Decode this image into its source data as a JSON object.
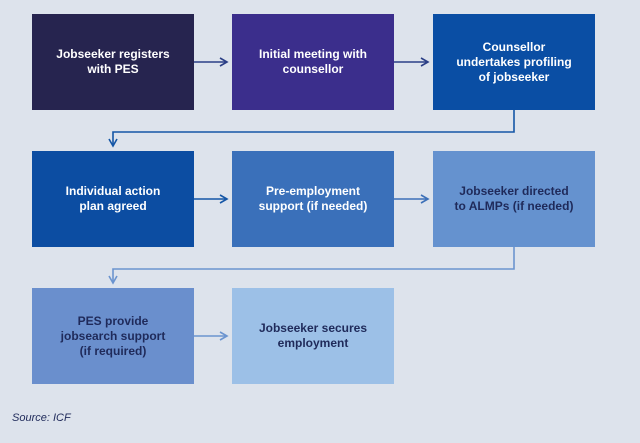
{
  "steps": [
    {
      "label": "Jobseeker registers\nwith PES",
      "fill": "#26244f",
      "text_color": "#ffffff"
    },
    {
      "label": "Initial meeting with\ncounsellor",
      "fill": "#3b2e8c",
      "text_color": "#ffffff"
    },
    {
      "label": "Counsellor\nundertakes profiling\nof jobseeker",
      "fill": "#0a4ea4",
      "text_color": "#ffffff"
    },
    {
      "label": "Individual action\nplan agreed",
      "fill": "#0c4da2",
      "text_color": "#ffffff"
    },
    {
      "label": "Pre-employment\nsupport (if needed)",
      "fill": "#3a70ba",
      "text_color": "#ffffff"
    },
    {
      "label": "Jobseeker directed\nto ALMPs (if needed)",
      "fill": "#6592cf",
      "text_color": "#1f2a5a"
    },
    {
      "label": "PES provide\njobsearch support\n(if required)",
      "fill": "#6a8fcd",
      "text_color": "#1f2a5a"
    },
    {
      "label": "Jobseeker secures\nemployment",
      "fill": "#9cc0e7",
      "text_color": "#1f2a5a"
    }
  ],
  "connector_colors": [
    "#2b3f86",
    "#2b3f86",
    "#1456a6",
    "#1456a6",
    "#3c70b8",
    "#6b94cf",
    "#6b94cf"
  ],
  "source": "Source: ICF"
}
